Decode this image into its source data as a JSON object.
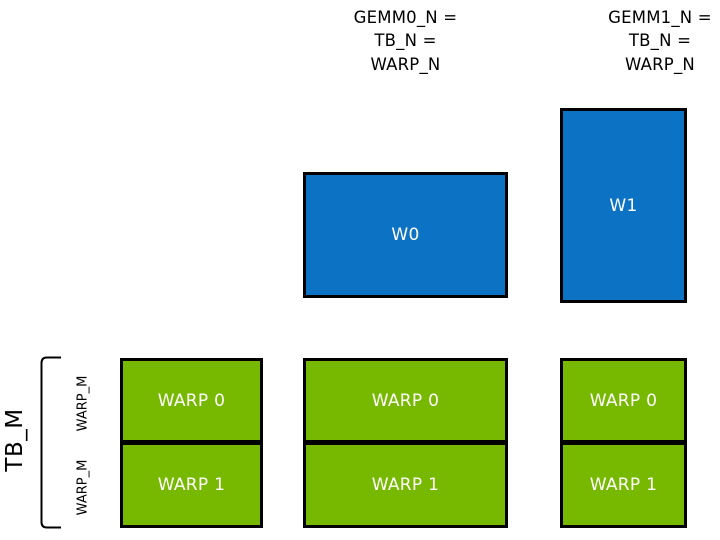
{
  "diagram": {
    "title_headers": [
      {
        "id": "gemm0",
        "text": "GEMM0_N =\nTB_N =\nWARP_N"
      },
      {
        "id": "gemm1",
        "text": "GEMM1_N =\nTB_N =\nWARP_N"
      }
    ],
    "accumulator_tiles": [
      {
        "id": "w0",
        "label": "W0",
        "color": "#0b72c4"
      },
      {
        "id": "w1",
        "label": "W1",
        "color": "#0a70c0"
      }
    ],
    "warp_columns": [
      {
        "id": "column-0",
        "tiles": [
          {
            "label": "WARP 0",
            "color": "#76b900"
          },
          {
            "label": "WARP 1",
            "color": "#76b900"
          }
        ]
      },
      {
        "id": "column-1",
        "tiles": [
          {
            "label": "WARP 0",
            "color": "#76b900"
          },
          {
            "label": "WARP 1",
            "color": "#76b900"
          }
        ]
      },
      {
        "id": "column-2",
        "tiles": [
          {
            "label": "WARP 0",
            "color": "#76b900"
          },
          {
            "label": "WARP 1",
            "color": "#76b900"
          }
        ]
      }
    ],
    "left_axis": {
      "group_label": "TB_M",
      "segment_labels": [
        "WARP_M",
        "WARP_M"
      ]
    },
    "colors": {
      "blue_tile": "#0b72c4",
      "green_tile": "#76b900",
      "outline": "#000000",
      "text_on_tile": "#ffffff",
      "text_label": "#000000",
      "background": "#ffffff"
    }
  }
}
